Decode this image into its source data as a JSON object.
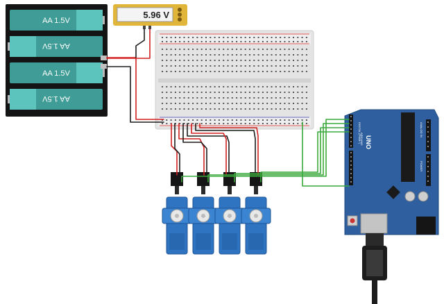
{
  "multimeter": {
    "reading": "5.96 V"
  },
  "battery_pack": {
    "cells": [
      {
        "label": "AA 1.5V",
        "flipped": false
      },
      {
        "label": "AA 1.5V",
        "flipped": true
      },
      {
        "label": "AA 1.5V",
        "flipped": false
      },
      {
        "label": "AA 1.5V",
        "flipped": true
      }
    ]
  },
  "arduino": {
    "model": "UNO",
    "brand": "ARDUINO",
    "header_power": "POWER",
    "header_analog": "ANALOG IN",
    "header_digital": "DIGITAL (PWM~)"
  },
  "servos": {
    "count": 4
  },
  "colors": {
    "battery_cell": "#3f9c96",
    "battery_cap": "#5cc4bc",
    "arduino_board": "#2f5f9e",
    "servo_body": "#2f74c0",
    "breadboard": "#e4e4e4",
    "wire_red": "#d11f1f",
    "wire_black": "#1a1a1a",
    "wire_green": "#3aa83a",
    "multimeter_frame": "#e0b53a"
  }
}
